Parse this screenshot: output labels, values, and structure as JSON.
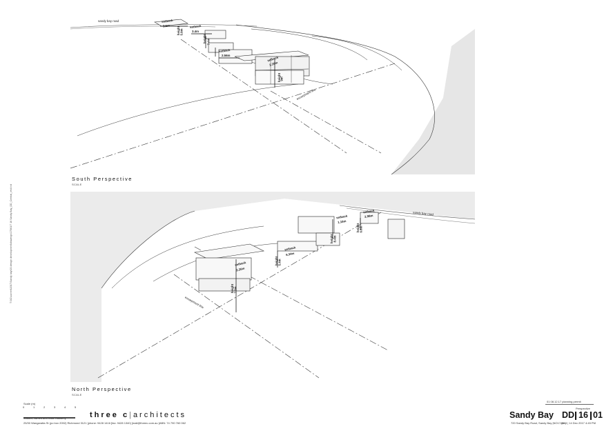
{
  "side_path": "T:\\3C\\current\\2017\\Sandy bay\\03 design development\\drawings\\17061\\7 16 Sandy Bay_DD_Central_revit.rvt",
  "views": {
    "south": {
      "title": "South Perspective",
      "scale": "SCALE",
      "road": "sandy bay road",
      "escarpment": "escarpment line",
      "dims": [
        "setback",
        "3.1m",
        "height",
        "5.9m",
        "setback",
        "3.4m",
        "height",
        "7.4m",
        "setback",
        "2.56m",
        "setback",
        "2.39m",
        "height",
        "9m"
      ]
    },
    "north": {
      "title": "North Perspective",
      "scale": "SCALE",
      "road": "sandy bay road",
      "escarpment": "escarpment line",
      "dims": [
        "setback",
        "1.16m",
        "setback",
        "2.98m",
        "height",
        "6.6m",
        "height",
        "8.4m",
        "setback",
        "6.34m",
        "height",
        "5.4m",
        "setback",
        "2.26m",
        "height",
        "7.3m"
      ]
    }
  },
  "footer": {
    "scale_label": "Scale (m)",
    "scale_ticks": [
      "0",
      "1",
      "2",
      "3",
      "4",
      "5"
    ],
    "client": "William, James and Katie Casserly",
    "address": "25/30 Wangaratta St (po box 2092) Richmond 3121 [phone: 9428 1416 ]fax: 9428 1340| [mail@threec.com.au ]ABN: 74 790 760 062",
    "brand_name": "three c",
    "brand_sub": "architects",
    "revision": "01  08.12.17  planning permit",
    "sheet_title": "Perspective",
    "project": "Sandy Bay",
    "address_line": "720 Sandy Bay Road, Sandy Bay |NO17-16 |",
    "stage": "DD",
    "num1": "16",
    "num2": "01",
    "plot": "@A3 | 14 Dec 2017 4:45 PM"
  }
}
